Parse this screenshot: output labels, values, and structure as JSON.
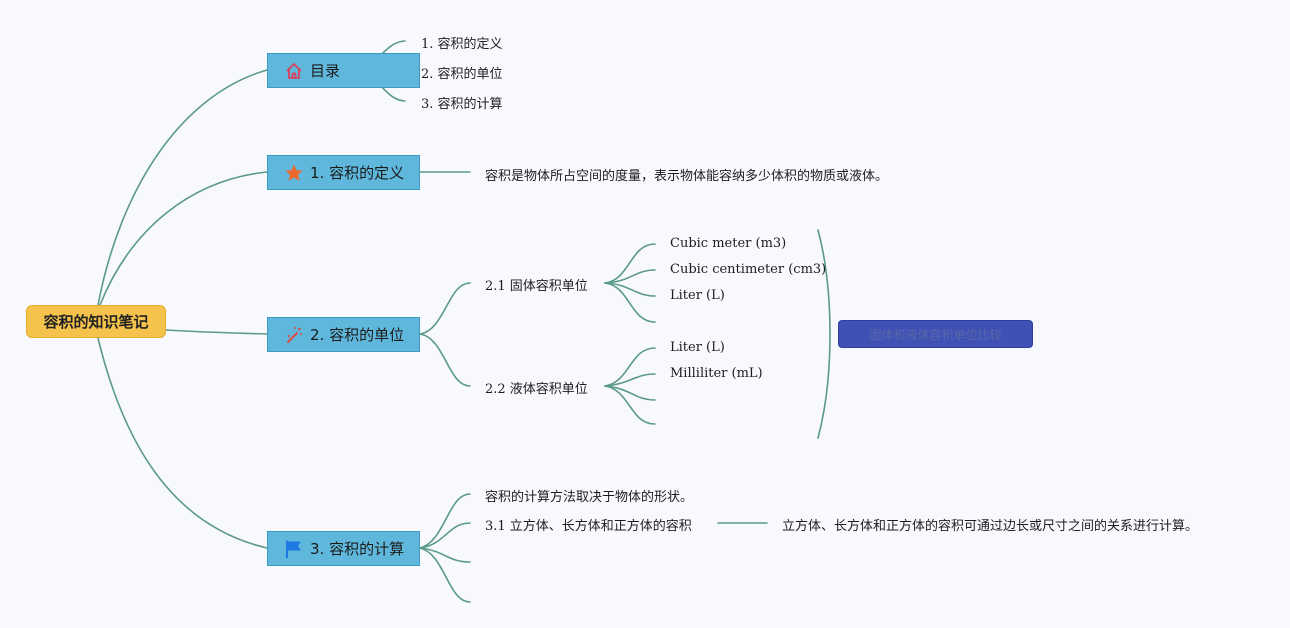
{
  "root": {
    "label": "容积的知识笔记"
  },
  "branches": [
    {
      "label": "目录",
      "icon": "home-icon",
      "children": [
        "1. 容积的定义",
        "2. 容积的单位",
        "3. 容积的计算"
      ]
    },
    {
      "label": "1. 容积的定义",
      "icon": "star-icon",
      "children": [
        "容积是物体所占空间的度量，表示物体能容纳多少体积的物质或液体。"
      ]
    },
    {
      "label": "2. 容积的单位",
      "icon": "magic-wand-icon",
      "groups": [
        {
          "label": "2.1 固体容积单位",
          "items": [
            "Cubic meter (m3)",
            "Cubic centimeter (cm3)",
            "Liter (L)"
          ]
        },
        {
          "label": "2.2 液体容积单位",
          "items": [
            "Liter (L)",
            "Milliliter (mL)"
          ]
        }
      ],
      "summary": "固体和液体容积单位比较"
    },
    {
      "label": "3. 容积的计算",
      "icon": "flag-icon",
      "children": [
        "容积的计算方法取决于物体的形状。",
        "3.1 立方体、长方体和正方体的容积"
      ],
      "detail": "立方体、长方体和正方体的容积可通过边长或尺寸之间的关系进行计算。"
    }
  ],
  "colors": {
    "line": "#5a9a86",
    "root": "#f5c24c",
    "branch": "#5fb8dc",
    "summary": "#3f51b5",
    "background": "#f8f9fe",
    "icon_home": "#d9415d",
    "icon_star": "#ee6a2c",
    "icon_wand": "#d94a4a",
    "icon_flag": "#1e7ae0"
  }
}
